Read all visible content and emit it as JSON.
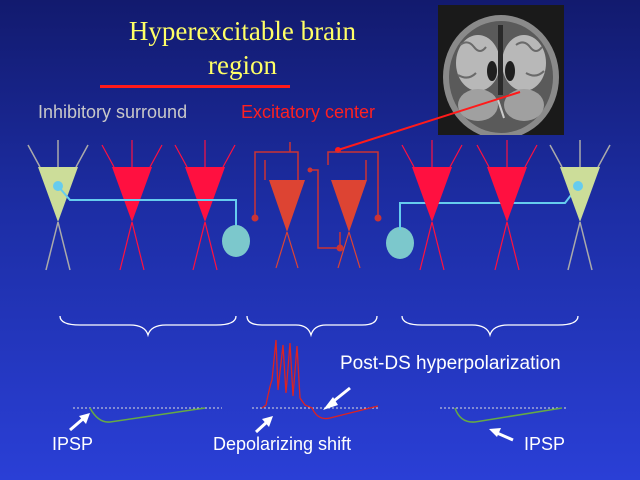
{
  "title": {
    "line1": "Hyperexcitable brain",
    "line2": "region"
  },
  "labels": {
    "inhibitory_surround": "Inhibitory surround",
    "excitatory_center": "Excitatory center",
    "post_ds": "Post-DS hyperpolarization",
    "ipsp_left": "IPSP",
    "depolarizing_shift": "Depolarizing shift",
    "ipsp_right": "IPSP"
  },
  "colors": {
    "background_top": "#121a6e",
    "background_bottom": "#2a3fd6",
    "title": "#ffff66",
    "underline": "#ff1a1a",
    "inhibitory_neuron": "#ccdd99",
    "excitatory_neuron": "#ff1040",
    "center_neuron": "#dd4433",
    "interneuron": "#7cc8cc",
    "axon_blue": "#66ccee",
    "circuit_red": "#cc3333",
    "trace_green": "#66aa44",
    "trace_red": "#dd2222"
  }
}
